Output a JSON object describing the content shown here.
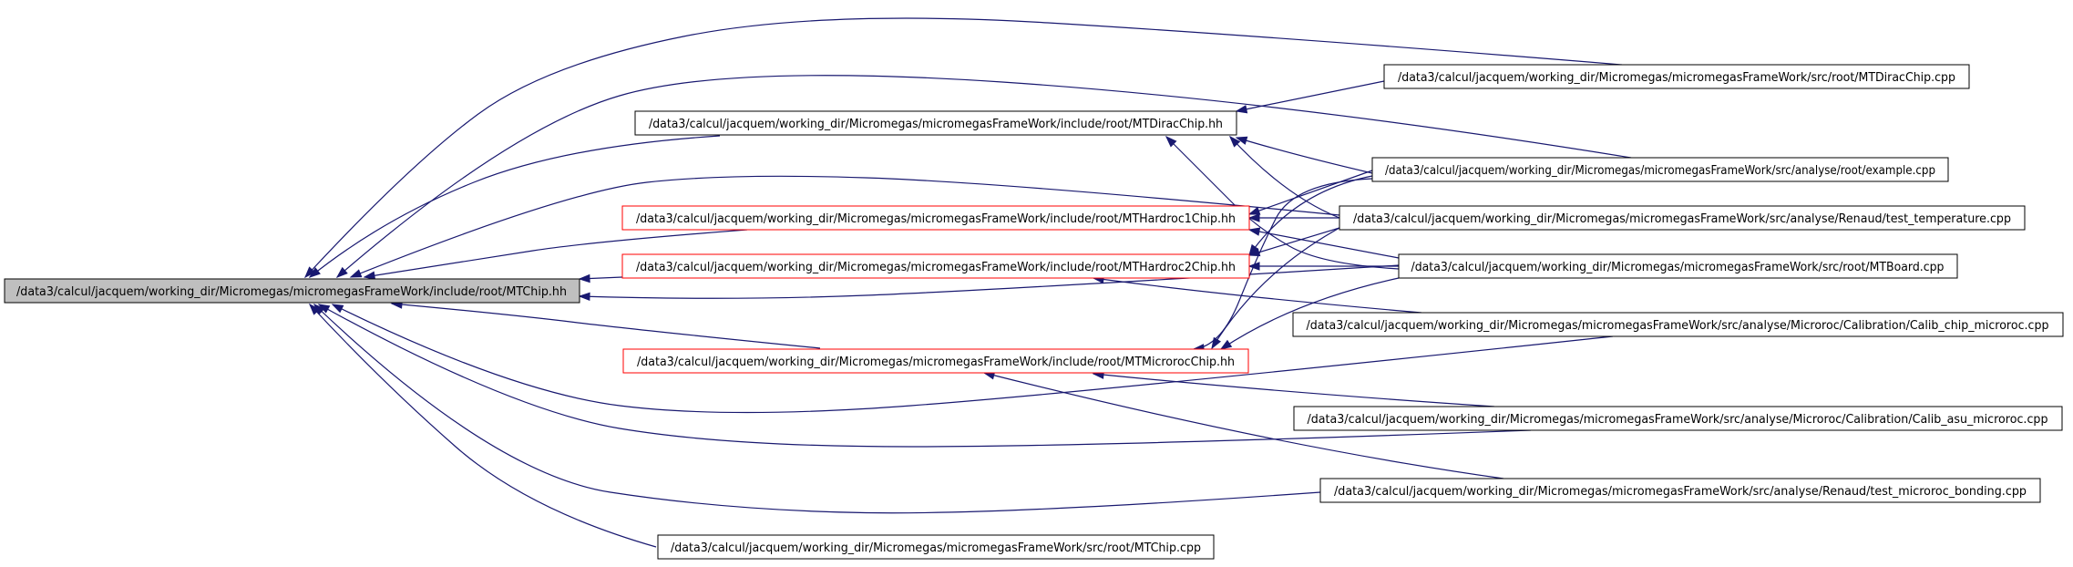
{
  "colors": {
    "edge": "#191970",
    "node_border": "#000000",
    "node_border_incomplete": "#ff0000",
    "focus_fill": "#bfbfbf",
    "background": "#ffffff"
  },
  "nodes": [
    {
      "id": "mtchip_hh",
      "label": "/data3/calcul/jacquem/working_dir/Micromegas/micromegasFrameWork/include/root/MTChip.hh",
      "style": "focus"
    },
    {
      "id": "mtdiracchip_hh",
      "label": "/data3/calcul/jacquem/working_dir/Micromegas/micromegasFrameWork/include/root/MTDiracChip.hh",
      "style": "normal"
    },
    {
      "id": "mthardroc1chip_hh",
      "label": "/data3/calcul/jacquem/working_dir/Micromegas/micromegasFrameWork/include/root/MTHardroc1Chip.hh",
      "style": "incomplete"
    },
    {
      "id": "mthardroc2chip_hh",
      "label": "/data3/calcul/jacquem/working_dir/Micromegas/micromegasFrameWork/include/root/MTHardroc2Chip.hh",
      "style": "incomplete"
    },
    {
      "id": "mtmicrorocchip_hh",
      "label": "/data3/calcul/jacquem/working_dir/Micromegas/micromegasFrameWork/include/root/MTMicrorocChip.hh",
      "style": "incomplete"
    },
    {
      "id": "mtchip_cpp",
      "label": "/data3/calcul/jacquem/working_dir/Micromegas/micromegasFrameWork/src/root/MTChip.cpp",
      "style": "normal"
    },
    {
      "id": "mtdiracchip_cpp",
      "label": "/data3/calcul/jacquem/working_dir/Micromegas/micromegasFrameWork/src/root/MTDiracChip.cpp",
      "style": "normal"
    },
    {
      "id": "example_cpp",
      "label": "/data3/calcul/jacquem/working_dir/Micromegas/micromegasFrameWork/src/analyse/root/example.cpp",
      "style": "normal"
    },
    {
      "id": "test_temperature_cpp",
      "label": "/data3/calcul/jacquem/working_dir/Micromegas/micromegasFrameWork/src/analyse/Renaud/test_temperature.cpp",
      "style": "normal"
    },
    {
      "id": "mtboard_cpp",
      "label": "/data3/calcul/jacquem/working_dir/Micromegas/micromegasFrameWork/src/root/MTBoard.cpp",
      "style": "normal"
    },
    {
      "id": "calib_chip_microroc_cpp",
      "label": "/data3/calcul/jacquem/working_dir/Micromegas/micromegasFrameWork/src/analyse/Microroc/Calibration/Calib_chip_microroc.cpp",
      "style": "normal"
    },
    {
      "id": "calib_asu_microroc_cpp",
      "label": "/data3/calcul/jacquem/working_dir/Micromegas/micromegasFrameWork/src/analyse/Microroc/Calibration/Calib_asu_microroc.cpp",
      "style": "normal"
    },
    {
      "id": "test_microroc_bonding_cpp",
      "label": "/data3/calcul/jacquem/working_dir/Micromegas/micromegasFrameWork/src/analyse/Renaud/test_microroc_bonding.cpp",
      "style": "normal"
    }
  ],
  "edges": [
    {
      "from": "mtdiracchip_hh",
      "to": "mtchip_hh"
    },
    {
      "from": "mthardroc1chip_hh",
      "to": "mtchip_hh"
    },
    {
      "from": "mthardroc2chip_hh",
      "to": "mtchip_hh"
    },
    {
      "from": "mtmicrorocchip_hh",
      "to": "mtchip_hh"
    },
    {
      "from": "mtchip_cpp",
      "to": "mtchip_hh"
    },
    {
      "from": "mtdiracchip_cpp",
      "to": "mtchip_hh"
    },
    {
      "from": "example_cpp",
      "to": "mtchip_hh"
    },
    {
      "from": "test_temperature_cpp",
      "to": "mtchip_hh"
    },
    {
      "from": "mtboard_cpp",
      "to": "mtchip_hh"
    },
    {
      "from": "calib_chip_microroc_cpp",
      "to": "mtchip_hh"
    },
    {
      "from": "calib_asu_microroc_cpp",
      "to": "mtchip_hh"
    },
    {
      "from": "test_microroc_bonding_cpp",
      "to": "mtchip_hh"
    },
    {
      "from": "mtdiracchip_cpp",
      "to": "mtdiracchip_hh"
    },
    {
      "from": "example_cpp",
      "to": "mtdiracchip_hh"
    },
    {
      "from": "test_temperature_cpp",
      "to": "mtdiracchip_hh"
    },
    {
      "from": "mtboard_cpp",
      "to": "mtdiracchip_hh"
    },
    {
      "from": "example_cpp",
      "to": "mthardroc1chip_hh"
    },
    {
      "from": "test_temperature_cpp",
      "to": "mthardroc1chip_hh"
    },
    {
      "from": "mtboard_cpp",
      "to": "mthardroc1chip_hh"
    },
    {
      "from": "example_cpp",
      "to": "mthardroc2chip_hh"
    },
    {
      "from": "test_temperature_cpp",
      "to": "mthardroc2chip_hh"
    },
    {
      "from": "mtboard_cpp",
      "to": "mthardroc2chip_hh"
    },
    {
      "from": "calib_chip_microroc_cpp",
      "to": "mthardroc2chip_hh"
    },
    {
      "from": "example_cpp",
      "to": "mtmicrorocchip_hh"
    },
    {
      "from": "test_temperature_cpp",
      "to": "mtmicrorocchip_hh"
    },
    {
      "from": "mtboard_cpp",
      "to": "mtmicrorocchip_hh"
    },
    {
      "from": "calib_asu_microroc_cpp",
      "to": "mtmicrorocchip_hh"
    },
    {
      "from": "test_microroc_bonding_cpp",
      "to": "mtmicrorocchip_hh"
    }
  ]
}
